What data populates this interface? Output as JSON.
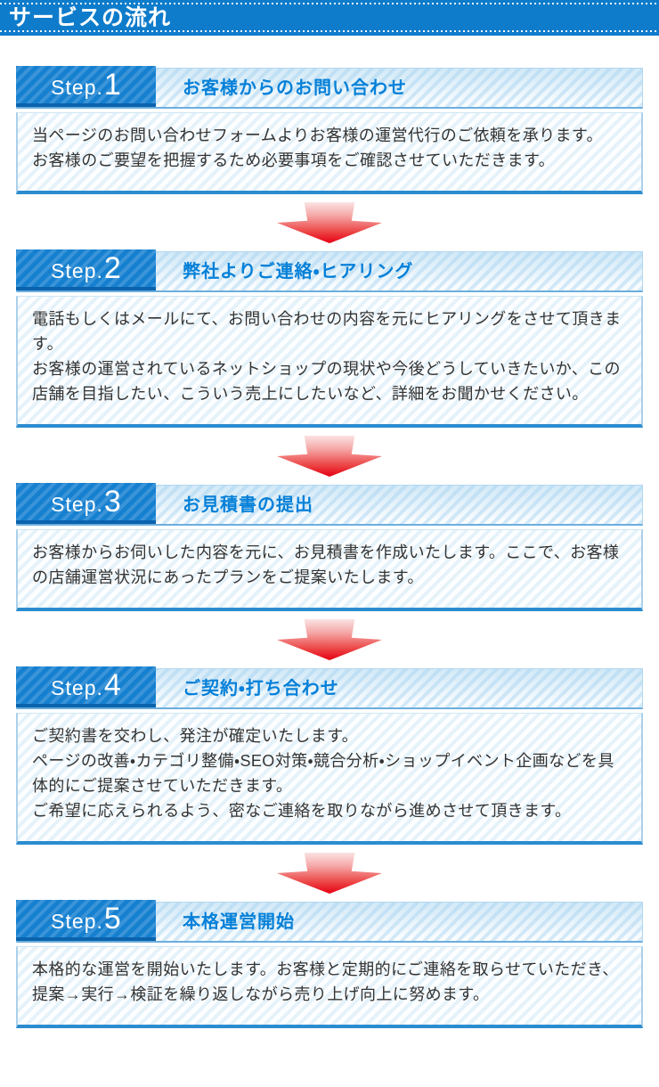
{
  "header": {
    "title": "サービスの流れ"
  },
  "steps": [
    {
      "label": "Step.",
      "number": "1",
      "title": "お客様からのお問い合わせ",
      "body": [
        "当ページのお問い合わせフォームよりお客様の運営代行のご依頼を承ります。",
        "お客様のご要望を把握するため必要事項をご確認させていただきます。"
      ]
    },
    {
      "label": "Step.",
      "number": "2",
      "title": "弊社よりご連絡・ヒアリング",
      "body": [
        "電話もしくはメールにて、お問い合わせの内容を元にヒアリングをさせて頂きます。",
        "お客様の運営されているネットショップの現状や今後どうしていきたいか、この店舗を目指したい、こういう売上にしたいなど、詳細をお聞かせください。"
      ]
    },
    {
      "label": "Step.",
      "number": "3",
      "title": "お見積書の提出",
      "body": [
        "お客様からお伺いした内容を元に、お見積書を作成いたします。ここで、お客様の店舗運営状況にあったプランをご提案いたします。"
      ]
    },
    {
      "label": "Step.",
      "number": "4",
      "title": "ご契約・打ち合わせ",
      "body": [
        "ご契約書を交わし、発注が確定いたします。",
        "ページの改善・カテゴリ整備・SEO対策・競合分析・ショップイベント企画などを具体的にご提案させていただきます。",
        "ご希望に応えられるよう、密なご連絡を取りながら進めさせて頂きます。"
      ]
    },
    {
      "label": "Step.",
      "number": "5",
      "title": "本格運営開始",
      "body": [
        "本格的な運営を開始いたします。お客様と定期的にご連絡を取らせていただき、提案→実行→検証を繰り返しながら売り上げ向上に努めます。"
      ]
    }
  ],
  "icons": {
    "flow_arrow": "down-arrow"
  },
  "colors": {
    "bar_blue": "#0f7ccb",
    "badge_blue": "#1680d0",
    "badge_edge": "#0a63ad",
    "title_blue": "#0580d8",
    "border_light": "#abd0ea",
    "border_bottom": "#2b8ccf",
    "body_text": "#333333",
    "arrow_red": "#e60012",
    "arrow_light": "#fbe3e3"
  }
}
